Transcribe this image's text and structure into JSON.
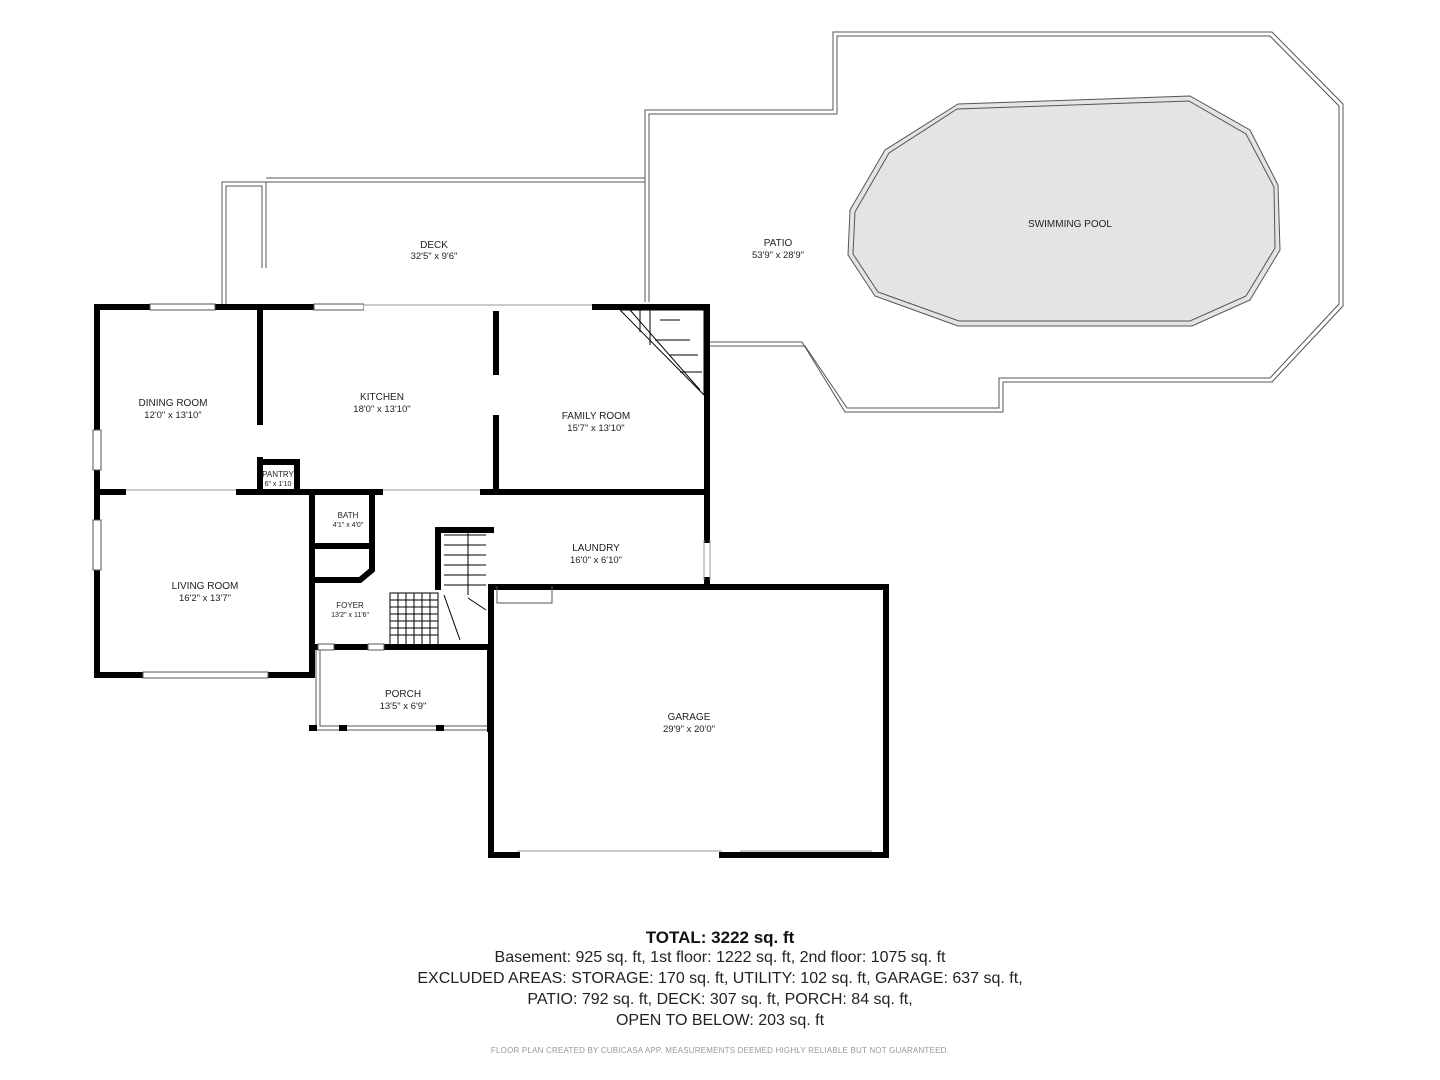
{
  "rooms": {
    "deck": {
      "name": "DECK",
      "dims": "32'5\" x 9'6\""
    },
    "patio": {
      "name": "PATIO",
      "dims": "53'9\" x 28'9\""
    },
    "pool": {
      "name": "SWIMMING POOL"
    },
    "dining": {
      "name": "DINING ROOM",
      "dims": "12'0\" x 13'10\""
    },
    "kitchen": {
      "name": "KITCHEN",
      "dims": "18'0\" x 13'10\""
    },
    "family": {
      "name": "FAMILY ROOM",
      "dims": "15'7\" x 13'10\""
    },
    "pantry": {
      "name": "PANTRY",
      "dims": "6\" x 1'10"
    },
    "bath": {
      "name": "BATH",
      "dims": "4'1\" x 4'0\""
    },
    "laundry": {
      "name": "LAUNDRY",
      "dims": "16'0\" x 6'10\""
    },
    "living": {
      "name": "LIVING ROOM",
      "dims": "16'2\" x 13'7\""
    },
    "foyer": {
      "name": "FOYER",
      "dims": "13'2\" x 11'6\""
    },
    "porch": {
      "name": "PORCH",
      "dims": "13'5\" x 6'9\""
    },
    "garage": {
      "name": "GARAGE",
      "dims": "29'9\" x 20'0\""
    }
  },
  "summary": {
    "total": "TOTAL: 3222 sq. ft",
    "line1": "Basement: 925 sq. ft, 1st floor: 1222 sq. ft, 2nd floor: 1075 sq. ft",
    "line2": "EXCLUDED AREAS: STORAGE: 170 sq. ft, UTILITY: 102 sq. ft, GARAGE: 637 sq. ft,",
    "line3": "PATIO: 792 sq. ft, DECK: 307 sq. ft, PORCH: 84 sq. ft,",
    "line4": "OPEN TO BELOW: 203 sq. ft"
  },
  "disclaimer": "FLOOR PLAN CREATED BY CUBICASA APP. MEASUREMENTS DEEMED HIGHLY RELIABLE BUT NOT GUARANTEED.",
  "colors": {
    "wall": "#000000",
    "pool_fill": "#e4e4e4",
    "outline": "#555555"
  }
}
